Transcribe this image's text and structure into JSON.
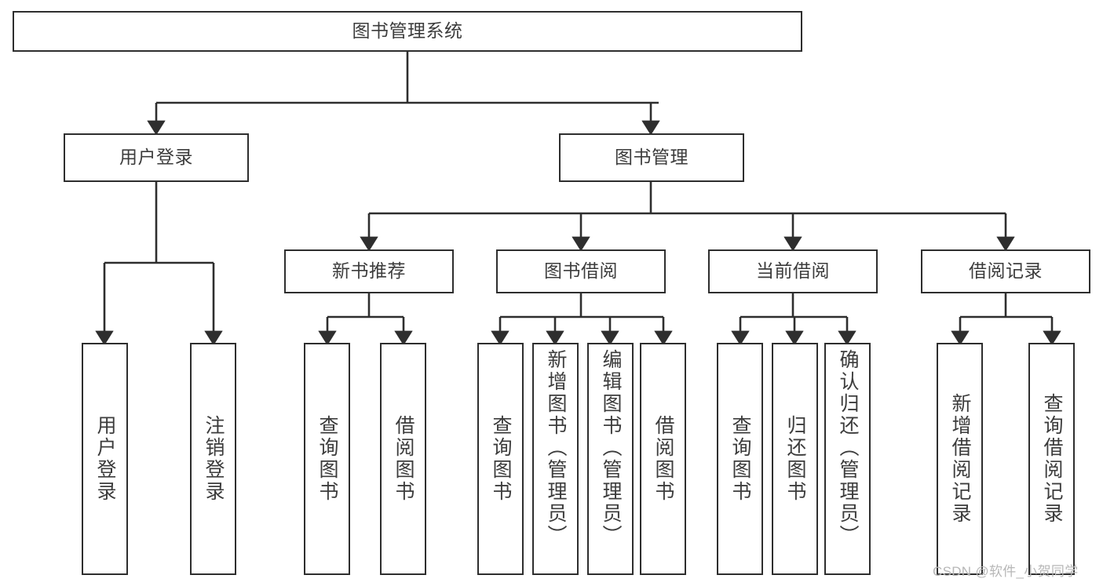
{
  "diagram": {
    "title": "图书管理系统",
    "type": "hierarchy-tree",
    "style": {
      "box_border_color": "#2e2e2e",
      "box_fill_color": "#ffffff",
      "text_color": "#3c3c3c",
      "edge_color": "#2e2e2e",
      "background": "#ffffff",
      "watermark_color": "#b7b7b7"
    },
    "root": {
      "label": "图书管理系统"
    },
    "level2": [
      {
        "label": "用户登录"
      },
      {
        "label": "图书管理"
      }
    ],
    "level3": [
      {
        "label": "新书推荐"
      },
      {
        "label": "图书借阅"
      },
      {
        "label": "当前借阅"
      },
      {
        "label": "借阅记录"
      }
    ],
    "leaves": {
      "user_login": [
        {
          "label": "用户登录"
        },
        {
          "label": "注销登录"
        }
      ],
      "new_book_recommend": [
        {
          "label": "查询图书"
        },
        {
          "label": "借阅图书"
        }
      ],
      "book_borrow": [
        {
          "label": "查询图书"
        },
        {
          "label": "新增图书（管理员）"
        },
        {
          "label": "编辑图书（管理员）"
        },
        {
          "label": "借阅图书"
        }
      ],
      "current_borrow": [
        {
          "label": "查询图书"
        },
        {
          "label": "归还图书"
        },
        {
          "label": "确认归还（管理员）"
        }
      ],
      "borrow_record": [
        {
          "label": "新增借阅记录"
        },
        {
          "label": "查询借阅记录"
        }
      ]
    }
  },
  "watermark": {
    "text": "CSDN @软件_小贺同学"
  }
}
